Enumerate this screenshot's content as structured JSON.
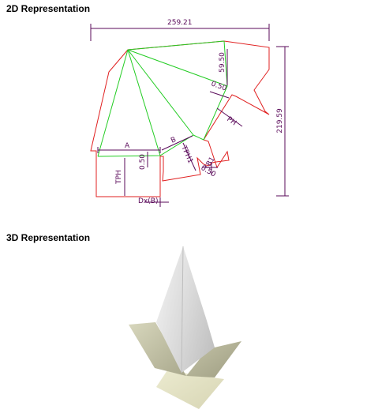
{
  "headings": {
    "two_d": "2D Representation",
    "three_d": "3D Representation"
  },
  "dimensions": {
    "overall_width": "259.21",
    "overall_height": "219.59",
    "top_flange": "59.50",
    "gap_top": "0.50",
    "gap_left": "0.50",
    "gap_right": "0.50"
  },
  "labels": {
    "a": "A",
    "b": "B",
    "tph": "TPH",
    "tph1": "TPH1",
    "ph": "PH",
    "dxb": "Dx(B)",
    "b1": "(B1"
  },
  "colors": {
    "outline": "#e02020",
    "fold": "#22cc22",
    "dimension": "#5a0a5a",
    "face_light": "#e4e4e4",
    "face_mid": "#c8c8c8",
    "flap": "#bdbda2",
    "flap_light": "#e6e4c2"
  }
}
